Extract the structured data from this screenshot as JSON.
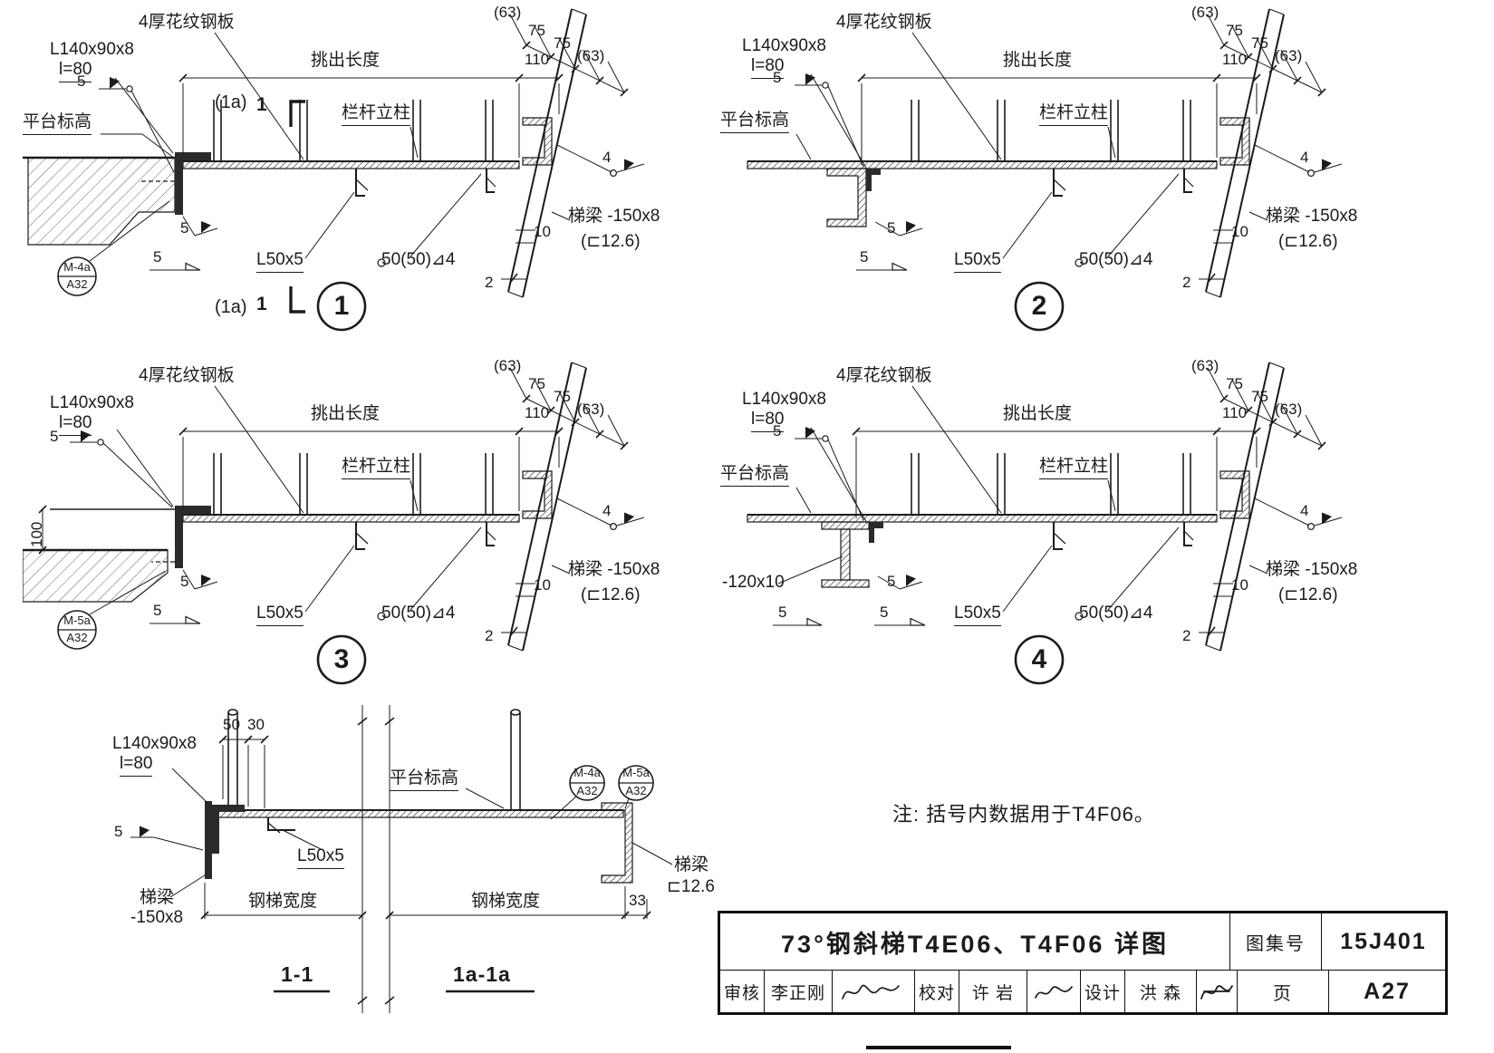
{
  "note": "注: 括号内数据用于T4F06。",
  "common": {
    "plate_label": "4厚花纹钢板",
    "angle_label": "L140x90x8",
    "angle_len": "l=80",
    "platform_level": "平台标高",
    "cantilever": "挑出长度",
    "post_label": "栏杆立柱",
    "dim_110": "110",
    "dim_63": "(63)",
    "dim_75": "75",
    "stiffener": "L50x5",
    "weld_seam": "50(50)⊿4",
    "beam_label": "梯梁 -150x8",
    "beam_channel": "(⊏12.6)",
    "weld_5": "5",
    "weld_4": "4",
    "dim_10": "10",
    "dim_2": "2"
  },
  "detail1": {
    "number": "1",
    "section_mark": "(1a)",
    "section_num": "1",
    "bubble_top": "M-4a",
    "bubble_bottom": "A32"
  },
  "detail2": {
    "number": "2"
  },
  "detail3": {
    "number": "3",
    "dim_100": "100",
    "bubble_top": "M-5a",
    "bubble_bottom": "A32"
  },
  "detail4": {
    "number": "4",
    "web_plate": "-120x10"
  },
  "sections": {
    "angle_label": "L140x90x8",
    "angle_len": "l=80",
    "dim_50": "50",
    "dim_30": "30",
    "platform_level": "平台标高",
    "weld_5": "5",
    "beam_left_1": "梯梁",
    "beam_left_2": "-150x8",
    "width_left": "钢梯宽度",
    "width_right": "钢梯宽度",
    "stiffener": "L50x5",
    "dim_33": "33",
    "beam_right_1": "梯梁",
    "beam_right_2": "⊏12.6",
    "bubble1_top": "M-4a",
    "bubble1_bottom": "A32",
    "bubble2_top": "M-5a",
    "bubble2_bottom": "A32",
    "title_left": "1-1",
    "title_right": "1a-1a"
  },
  "titleblock": {
    "title": "73°钢斜梯T4E06、T4F06 详图",
    "atlas_label": "图集号",
    "atlas_no": "15J401",
    "page_label": "页",
    "page_no": "A27",
    "reviewer_label": "审核",
    "reviewer_name": "李正刚",
    "checker_label": "校对",
    "checker_name": "许 岩",
    "designer_label": "设计",
    "designer_name": "洪 森"
  }
}
